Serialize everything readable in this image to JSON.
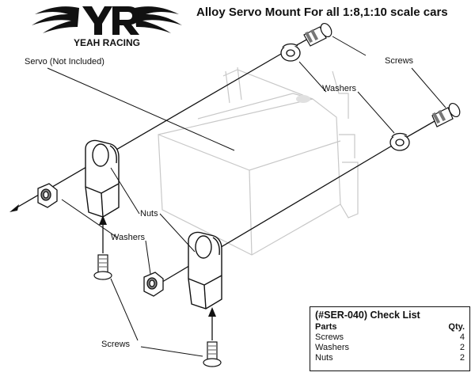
{
  "logo": {
    "brand_text": "YEAH RACING",
    "monogram": "YR"
  },
  "title": "Alloy Servo Mount For all 1:8,1:10 scale cars",
  "labels": {
    "servo": "Servo (Not Included)",
    "screws_top": "Screws",
    "washers_top": "Washers",
    "nuts": "Nuts",
    "washers_left": "Washers",
    "screws_bottom": "Screws"
  },
  "checklist": {
    "title": "(#SER-040) Check List",
    "header": {
      "part": "Parts",
      "qty": "Qty."
    },
    "rows": [
      {
        "part": "Screws",
        "qty": "4"
      },
      {
        "part": "Washers",
        "qty": "2"
      },
      {
        "part": "Nuts",
        "qty": "2"
      }
    ]
  }
}
